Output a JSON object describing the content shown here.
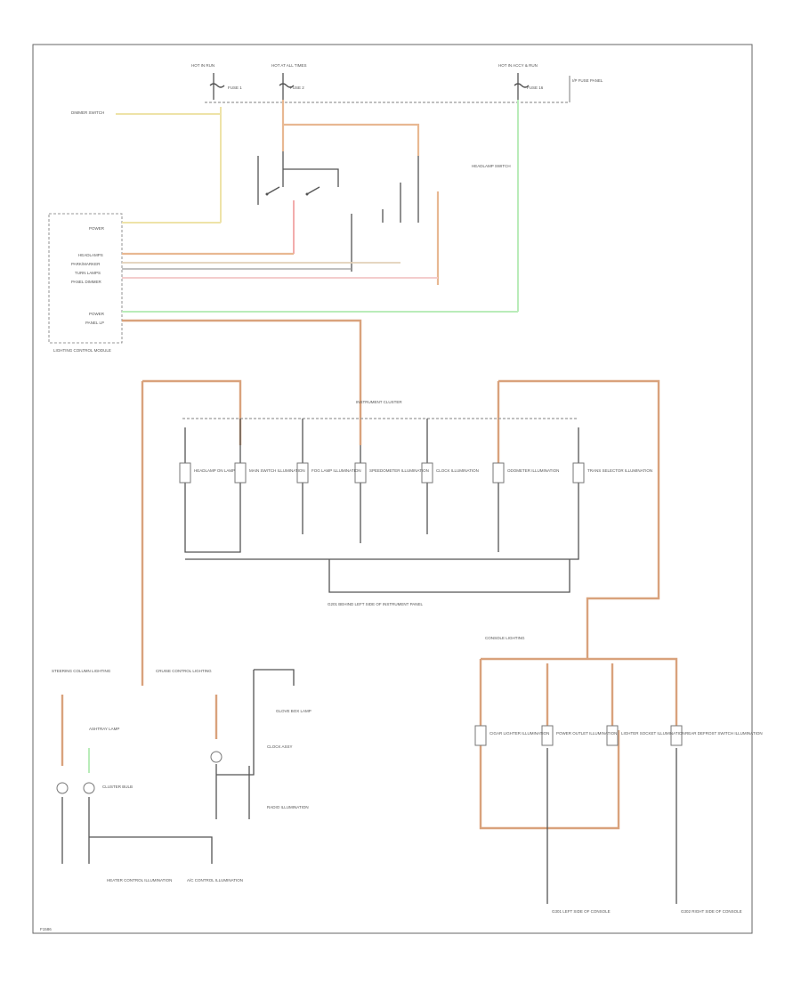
{
  "diagram": {
    "footer_code": "F1586",
    "fuses": [
      {
        "label": "HOT IN RUN",
        "id": "FUSE 1"
      },
      {
        "label": "HOT AT ALL TIMES",
        "id": "FUSE 2"
      },
      {
        "label": "HOT IN ACCY & RUN",
        "id": "FUSE 16"
      },
      {
        "aside": "I/P FUSE PANEL"
      }
    ],
    "left_module": {
      "name": "LIGHTING CONTROL MODULE",
      "pins": [
        "POWER",
        "HEADLAMPS",
        "PARK/MARKER",
        "TURN LAMPS",
        "PANEL DIMMER",
        "POWER",
        "PANEL LP"
      ]
    },
    "headlamp_switch": {
      "name": "HEADLAMP SWITCH"
    },
    "instrument_cluster": {
      "name": "INSTRUMENT CLUSTER"
    },
    "cluster_bulbs": [
      "HEADLAMP ON LAMP",
      "MAIN SWITCH ILLUMINATION",
      "FOG LAMP ILLUMINATION",
      "SPEEDOMETER ILLUMINATION",
      "CLOCK ILLUMINATION",
      "ODOMETER ILLUMINATION",
      "TRANS SELECTOR ILLUMINATION"
    ],
    "ground_1": "G201 BEHIND LEFT SIDE OF INSTRUMENT PANEL",
    "lower_left": {
      "label_left": "STEERING COLUMN LIGHTING",
      "label_right": "CRUISE CONTROL LIGHTING",
      "bulb_labels": [
        "CLUSTER BULB",
        "CLOCK ASSY"
      ],
      "items": [
        "ASHTRAY LAMP",
        "GLOVE BOX LAMP",
        "RADIO ILLUMINATION",
        "HEATER CONTROL ILLUMINATION",
        "A/C CONTROL ILLUMINATION"
      ]
    },
    "lower_right": {
      "label": "CONSOLE LIGHTING",
      "bulbs": [
        "CIGAR LIGHTER ILLUMINATION",
        "POWER OUTLET ILLUMINATION",
        "LIGHTER SOCKET ILLUMINATION",
        "REAR DEFROST SWITCH ILLUMINATION"
      ],
      "ground_left": "G301 LEFT SIDE OF CONSOLE",
      "ground_right": "G302 RIGHT SIDE OF CONSOLE"
    }
  }
}
